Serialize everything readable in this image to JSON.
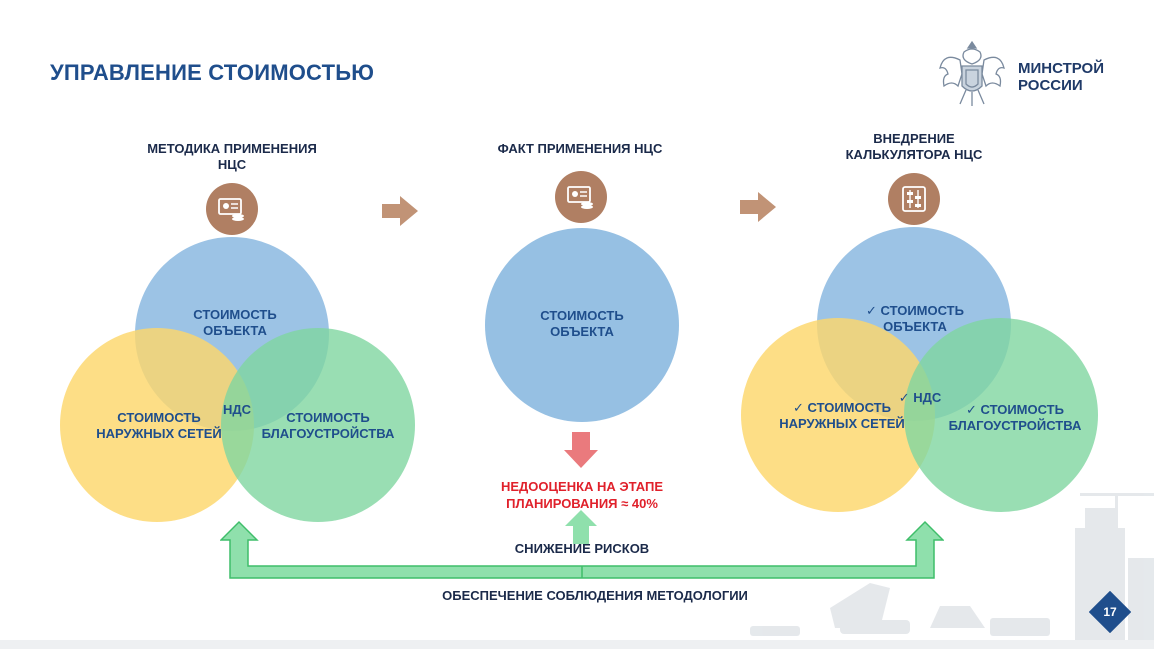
{
  "colors": {
    "title": "#1f4e8c",
    "blue_circle": "#8bb9e0",
    "yellow_circle": "#fdd76b",
    "green_circle": "#7fd6a0",
    "icon_bg": "#b07f63",
    "arrow_brown": "#c19376",
    "arrow_red": "#ea7a7d",
    "arrow_green": "#8fe0ac",
    "arrow_green_stroke": "#3fbe6a",
    "page_badge": "#1f4e8c"
  },
  "header": {
    "title": "УПРАВЛЕНИЕ СТОИМОСТЬЮ",
    "logo_text": "МИНСТРОЙ\nРОССИИ",
    "logo_icon": "coat-of-arms-icon"
  },
  "sections": [
    {
      "title": "МЕТОДИКА ПРИМЕНЕНИЯ\nНЦС",
      "icon": "document-coins-icon",
      "labels": {
        "top": "СТОИМОСТЬ\nОБЪЕКТА",
        "left": "СТОИМОСТЬ\nНАРУЖНЫХ СЕТЕЙ",
        "right": "СТОИМОСТЬ\nБЛАГОУСТРОЙСТВА",
        "center": "НДС"
      }
    },
    {
      "title": "ФАКТ ПРИМЕНЕНИЯ НЦС",
      "icon": "document-coins-icon",
      "labels": {
        "main": "СТОИМОСТЬ\nОБЪЕКТА"
      }
    },
    {
      "title": "ВНЕДРЕНИЕ\nКАЛЬКУЛЯТОРА НЦС",
      "icon": "calculator-icon",
      "labels": {
        "top": "✓ СТОИМОСТЬ\nОБЪЕКТА",
        "left": "✓ СТОИМОСТЬ\nНАРУЖНЫХ СЕТЕЙ",
        "right": "✓ СТОИМОСТЬ\nБЛАГОУСТРОЙСТВА",
        "center": "✓ НДС"
      }
    }
  ],
  "underestimate": "НЕДООЦЕНКА НА ЭТАПЕ\nПЛАНИРОВАНИЯ ≈ 40%",
  "risk_reduction": "СНИЖЕНИЕ РИСКОВ",
  "methodology": "ОБЕСПЕЧЕНИЕ СОБЛЮДЕНИЯ МЕТОДОЛОГИИ",
  "page_number": "17"
}
